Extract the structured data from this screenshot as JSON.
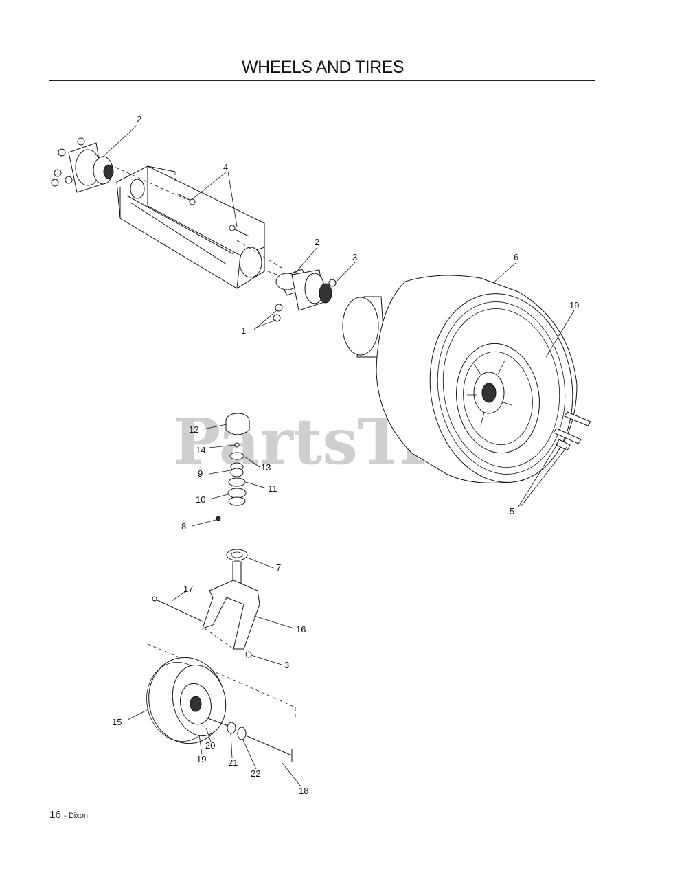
{
  "page": {
    "title": "WHEELS AND TIRES",
    "footer_page_number": "16",
    "footer_brand": "- Dixon"
  },
  "watermark": "PartsTree",
  "callouts": {
    "c1": "1",
    "c2a": "2",
    "c2b": "2",
    "c3a": "3",
    "c3b": "3",
    "c4": "4",
    "c5": "5",
    "c6": "6",
    "c7": "7",
    "c8": "8",
    "c9": "9",
    "c10": "10",
    "c11": "11",
    "c12": "12",
    "c13": "13",
    "c14": "14",
    "c15": "15",
    "c16": "16",
    "c17": "17",
    "c18": "18",
    "c19a": "19",
    "c19b": "19",
    "c20": "20",
    "c21": "21",
    "c22": "22"
  }
}
